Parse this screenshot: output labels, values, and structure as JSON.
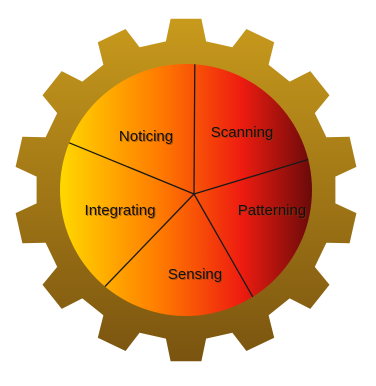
{
  "diagram": {
    "segments": [
      {
        "label": "Noticing"
      },
      {
        "label": "Scanning"
      },
      {
        "label": "Patterning"
      },
      {
        "label": "Sensing"
      },
      {
        "label": "Integrating"
      }
    ],
    "colors": {
      "gear_light": "#c89a1c",
      "gear_dark": "#7a5410",
      "disc_left": "#ffd800",
      "disc_mid": "#ff7a00",
      "disc_right_mid": "#ee1c10",
      "disc_right": "#6a0a0a"
    }
  }
}
